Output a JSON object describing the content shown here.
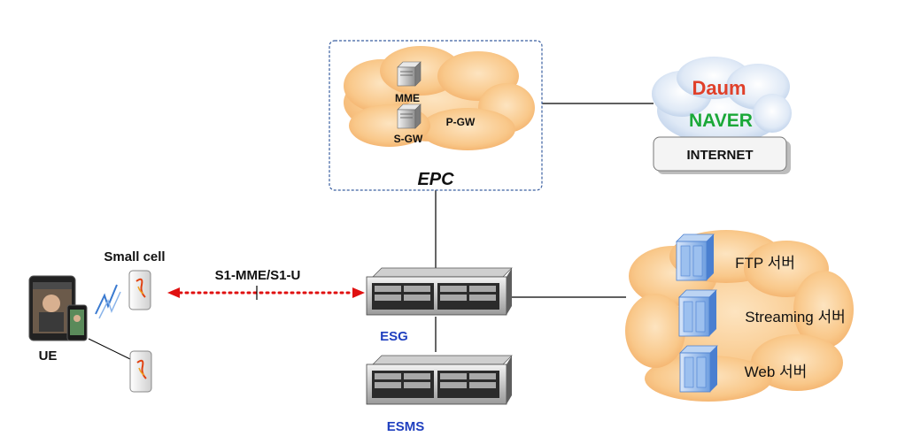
{
  "epc": {
    "label": "EPC",
    "mme_label": "MME",
    "sgw_label": "S-GW",
    "pgw_label": "P-GW"
  },
  "internet": {
    "label": "INTERNET",
    "logo_daum": "Daum",
    "logo_naver": "NAVER"
  },
  "access": {
    "small_cell_label": "Small cell",
    "ue_label": "UE",
    "interface_label": "S1-MME/S1-U"
  },
  "core": {
    "esg_label": "ESG",
    "esms_label": "ESMS"
  },
  "servers": {
    "ftp_label": "FTP 서버",
    "streaming_label": "Streaming 서버",
    "web_label": "Web 서버"
  },
  "colors": {
    "cloud_orange": "#f9c88a",
    "cloud_blue": "#cfe0f3",
    "esg_text": "#1f3fbf",
    "interface_dots": "#e01010",
    "epc_border": "#3a5fa0",
    "server_blue": "#4a7fd0"
  }
}
